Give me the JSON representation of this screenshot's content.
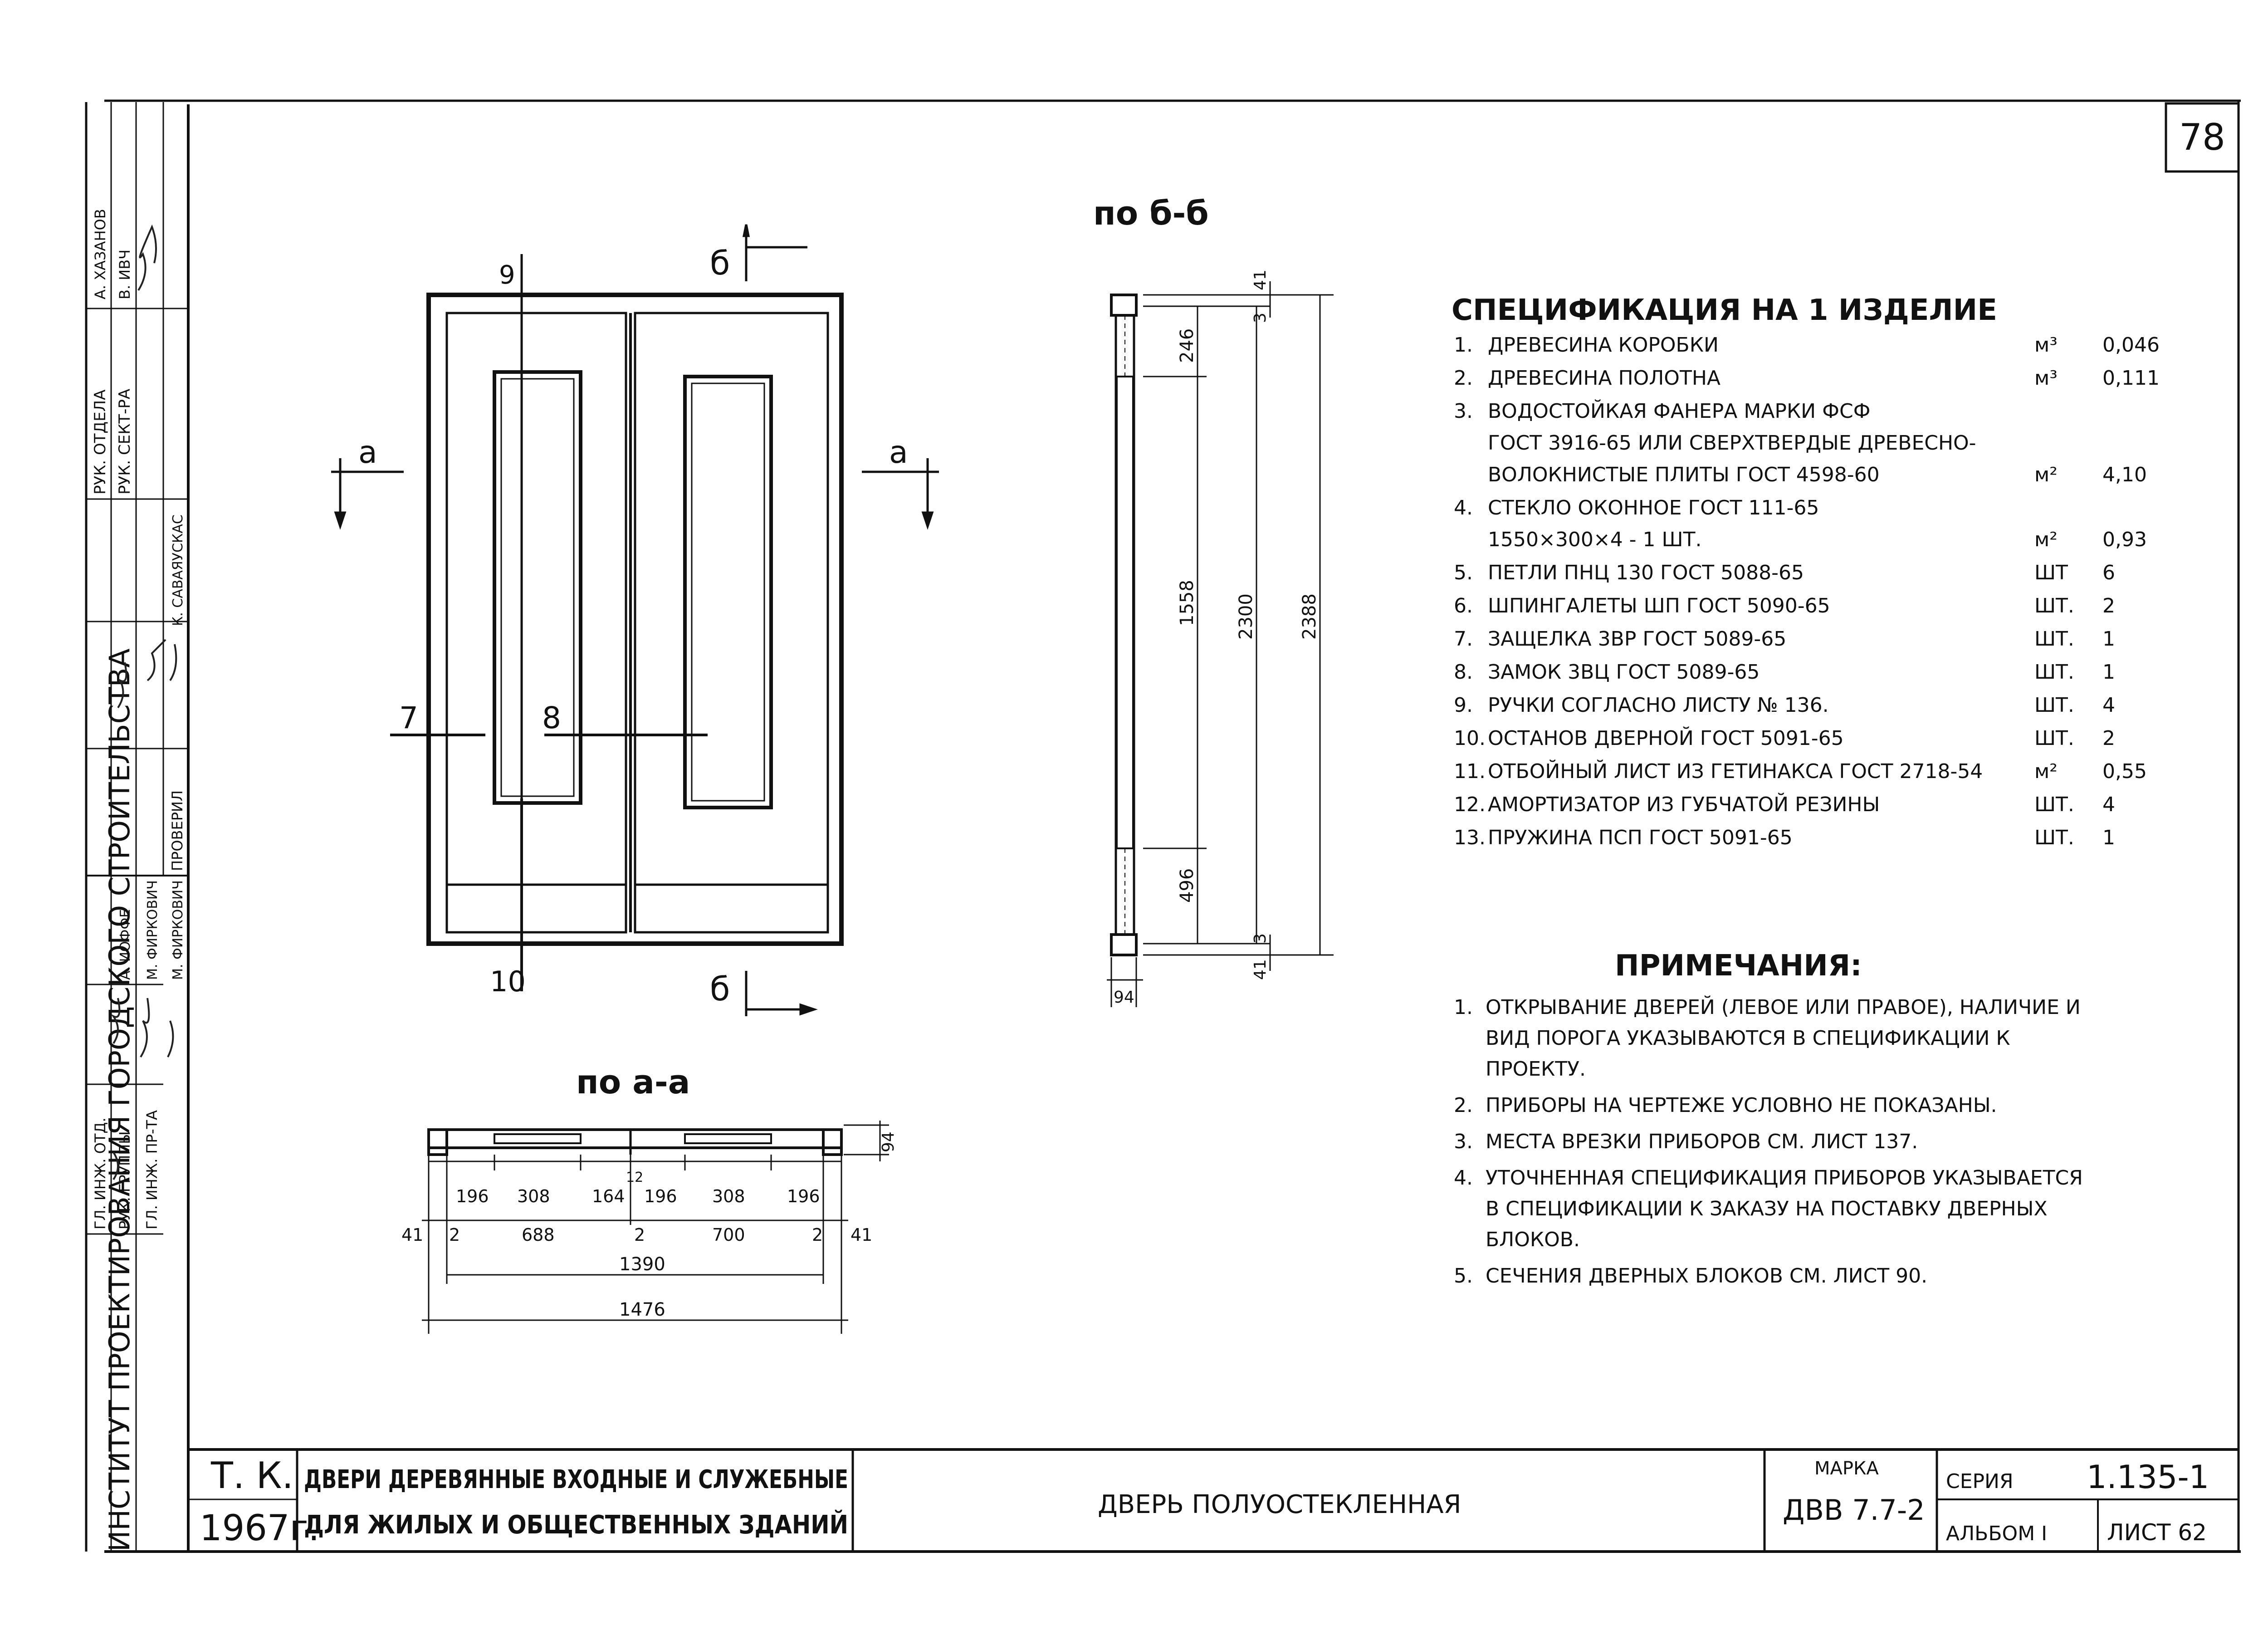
{
  "sheet_number_corner": "78",
  "views": {
    "section_b": "по б-б",
    "section_a": "по а-а",
    "cut_a_left": "а",
    "cut_a_right": "а",
    "cut_b_top": "б",
    "cut_b_bottom": "б",
    "callout_7": "7",
    "callout_8": "8",
    "callout_9": "9",
    "callout_10": "10"
  },
  "section_b_dims": [
    "41",
    "3",
    "246",
    "1558",
    "2300",
    "2388",
    "496",
    "3",
    "41",
    "94"
  ],
  "section_a_dims": {
    "top_row": [
      "196",
      "308",
      "164",
      "196",
      "308",
      "196"
    ],
    "center_mark": "12",
    "mid_row": [
      "41",
      "2",
      "688",
      "2",
      "700",
      "2",
      "41"
    ],
    "depth": "94",
    "inner_total": "1390",
    "outer_total": "1476"
  },
  "specification": {
    "title": "СПЕЦИФИКАЦИЯ НА 1 ИЗДЕЛИЕ",
    "rows": [
      {
        "n": "1.",
        "lines": [
          "ДРЕВЕСИНА КОРОБКИ"
        ],
        "unit": "м³",
        "qty": "0,046"
      },
      {
        "n": "2.",
        "lines": [
          "ДРЕВЕСИНА ПОЛОТНА"
        ],
        "unit": "м³",
        "qty": "0,111"
      },
      {
        "n": "3.",
        "lines": [
          "ВОДОСТОЙКАЯ ФАНЕРА МАРКИ ФСФ",
          "ГОСТ 3916-65 ИЛИ СВЕРХТВЕРДЫЕ ДРЕВЕСНО-",
          "ВОЛОКНИСТЫЕ ПЛИТЫ ГОСТ 4598-60"
        ],
        "unit": "м²",
        "qty": "4,10"
      },
      {
        "n": "4.",
        "lines": [
          "СТЕКЛО ОКОННОЕ ГОСТ 111-65",
          "1550×300×4  -  1 ШТ."
        ],
        "unit": "м²",
        "qty": "0,93"
      },
      {
        "n": "5.",
        "lines": [
          "ПЕТЛИ ПНЦ 130 ГОСТ 5088-65"
        ],
        "unit": "ШТ",
        "qty": "6"
      },
      {
        "n": "6.",
        "lines": [
          "ШПИНГАЛЕТЫ ШП ГОСТ 5090-65"
        ],
        "unit": "ШТ.",
        "qty": "2"
      },
      {
        "n": "7.",
        "lines": [
          "ЗАЩЕЛКА 3ВР ГОСТ 5089-65"
        ],
        "unit": "ШТ.",
        "qty": "1"
      },
      {
        "n": "8.",
        "lines": [
          "ЗАМОК 3ВЦ ГОСТ 5089-65"
        ],
        "unit": "ШТ.",
        "qty": "1"
      },
      {
        "n": "9.",
        "lines": [
          "РУЧКИ СОГЛАСНО ЛИСТУ № 136."
        ],
        "unit": "ШТ.",
        "qty": "4"
      },
      {
        "n": "10.",
        "lines": [
          "ОСТАНОВ ДВЕРНОЙ ГОСТ 5091-65"
        ],
        "unit": "ШТ.",
        "qty": "2"
      },
      {
        "n": "11.",
        "lines": [
          "ОТБОЙНЫЙ ЛИСТ ИЗ ГЕТИНАКСА ГОСТ 2718-54"
        ],
        "unit": "м²",
        "qty": "0,55"
      },
      {
        "n": "12.",
        "lines": [
          "АМОРТИЗАТОР ИЗ ГУБЧАТОЙ РЕЗИНЫ"
        ],
        "unit": "ШТ.",
        "qty": "4"
      },
      {
        "n": "13.",
        "lines": [
          "ПРУЖИНА ПСП ГОСТ 5091-65"
        ],
        "unit": "ШТ.",
        "qty": "1"
      }
    ]
  },
  "notes": {
    "title": "ПРИМЕЧАНИЯ:",
    "items": [
      {
        "n": "1.",
        "lines": [
          "ОТКРЫВАНИЕ ДВЕРЕЙ (ЛЕВОЕ ИЛИ ПРАВОЕ), НАЛИЧИЕ И",
          "ВИД ПОРОГА УКАЗЫВАЮТСЯ В СПЕЦИФИКАЦИИ К",
          "ПРОЕКТУ."
        ]
      },
      {
        "n": "2.",
        "lines": [
          "ПРИБОРЫ НА ЧЕРТЕЖЕ УСЛОВНО НЕ ПОКАЗАНЫ."
        ]
      },
      {
        "n": "3.",
        "lines": [
          "МЕСТА ВРЕЗКИ ПРИБОРОВ СМ. ЛИСТ 137."
        ]
      },
      {
        "n": "4.",
        "lines": [
          "УТОЧНЕННАЯ СПЕЦИФИКАЦИЯ ПРИБОРОВ УКАЗЫВАЕТСЯ",
          "В СПЕЦИФИКАЦИИ К ЗАКАЗУ НА ПОСТАВКУ ДВЕРНЫХ",
          "БЛОКОВ."
        ]
      },
      {
        "n": "5.",
        "lines": [
          "СЕЧЕНИЯ ДВЕРНЫХ БЛОКОВ СМ. ЛИСТ 90."
        ]
      }
    ]
  },
  "title_block": {
    "tk": "Т. К.",
    "year": "1967г.",
    "title_line1": "ДВЕРИ ДЕРЕВЯННЫЕ ВХОДНЫЕ И СЛУЖЕБНЫЕ",
    "title_line2": "ДЛЯ ЖИЛЫХ И ОБЩЕСТВЕННЫХ ЗДАНИЙ",
    "sheet_name": "ДВЕРЬ ПОЛУОСТЕКЛЕННАЯ",
    "marka_label": "МАРКА",
    "marka_value": "ДВВ 7.7-2",
    "seria_label": "СЕРИЯ",
    "seria_value": "1.135-1",
    "album_label": "АЛЬБОМ I",
    "list_label": "ЛИСТ 62"
  },
  "side_stamp": {
    "institute": "ИНСТИТУТ ПРОЕКТИРОВАНИЯ ГОРОДСКОГО СТРОИТЕЛЬСТВА",
    "roles": [
      "РУК. ОТДЕЛА",
      "РУК. СЕКТ-РА",
      "ГЛ. ИНЖ. ОТД.",
      "РУК. ГРУППЫ",
      "ГЛ. ИНЖ. ПР-ТА",
      "ПРОВЕРИЛ"
    ],
    "names": [
      "А. ХАЗАНОВ",
      "В. ИВЧ",
      "К. САВАЯУСКАС",
      "А. ИОФФЕ",
      "М. ФИРКОВИЧ",
      "М. ФИРКОВИЧ"
    ]
  }
}
